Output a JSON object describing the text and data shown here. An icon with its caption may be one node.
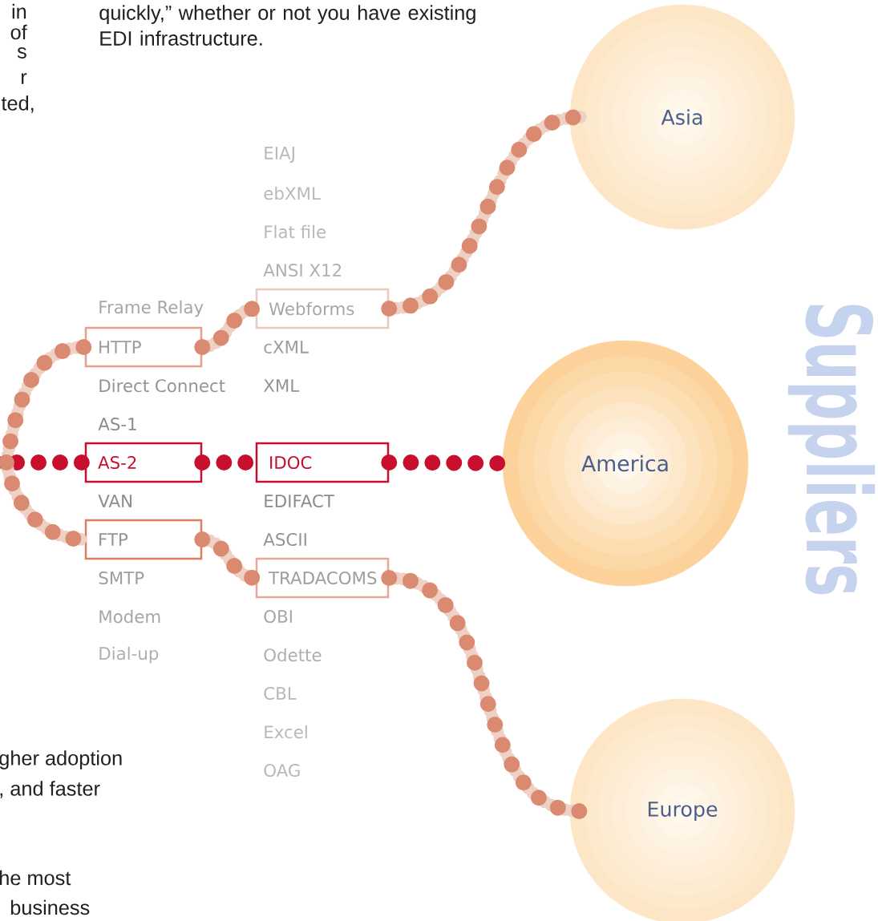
{
  "diagram": {
    "nodes": [
      {
        "text": [
          "HTTP"
        ]
      },
      {
        "text": [
          "AS-2"
        ]
      },
      {
        "text": [
          "FTP"
        ]
      },
      {
        "text": [
          "Webforms"
        ]
      },
      {
        "text": [
          "IDOC"
        ]
      },
      {
        "text": [
          "TRADACOMS"
        ]
      },
      {
        "text": [
          "Asia"
        ]
      },
      {
        "text": [
          "America"
        ]
      },
      {
        "text": [
          "Europe"
        ]
      }
    ],
    "edges": [
      {
        "from": null,
        "to": 0,
        "arrow": "none"
      },
      {
        "from": null,
        "to": 1,
        "arrow": "none",
        "color": "#c8102e"
      },
      {
        "from": null,
        "to": 2,
        "arrow": "none"
      },
      {
        "from": 0,
        "to": 3,
        "arrow": "none"
      },
      {
        "from": 1,
        "to": 4,
        "arrow": "none",
        "color": "#c8102e"
      },
      {
        "from": 2,
        "to": 5,
        "arrow": "none"
      },
      {
        "from": 3,
        "to": 6,
        "arrow": "none"
      },
      {
        "from": 4,
        "to": 7,
        "arrow": "none",
        "color": "#c8102e"
      },
      {
        "from": 5,
        "to": 8,
        "arrow": "none"
      }
    ],
    "labels": [
      "in",
      "of",
      "s",
      "r",
      "ted,",
      "quickly,” whether or not you have existing EDI infrastructure.",
      "EIAJ",
      "ebXML",
      "Flat file",
      "ANSI X12",
      "Frame Relay",
      "cXML",
      "Direct Connect",
      "XML",
      "AS-1",
      "VAN",
      "EDIFACT",
      "ASCII",
      "SMTP",
      "Modem",
      "OBI",
      "Dial-up",
      "Odette",
      "CBL",
      "Excel",
      "OAG",
      "Suppliers",
      "gher adoption",
      ", and faster",
      "he most",
      "business"
    ]
  }
}
